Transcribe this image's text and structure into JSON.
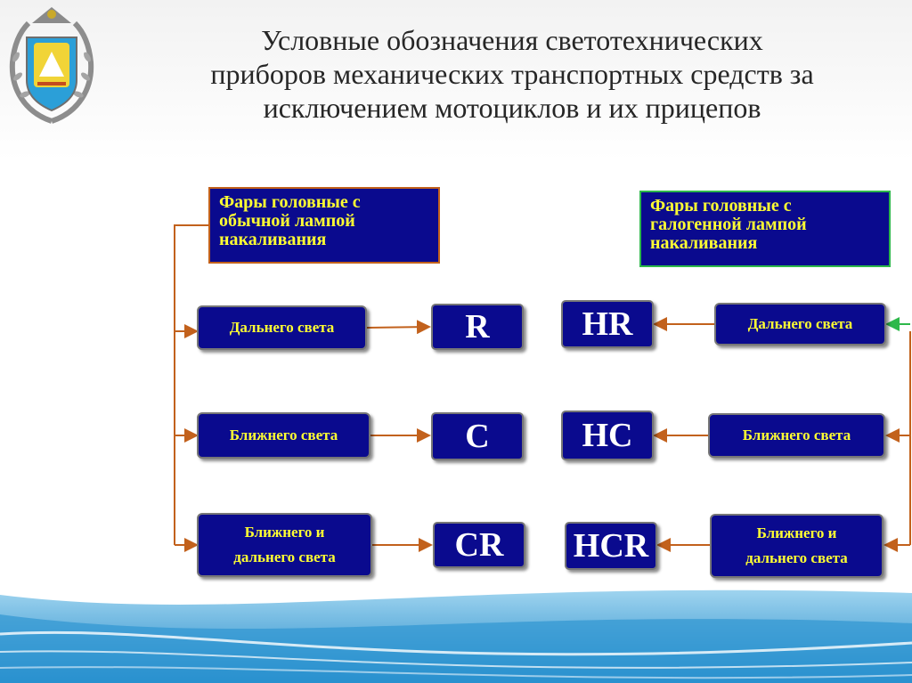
{
  "title": {
    "line1": "Условные обозначения светотехнических",
    "line2": "приборов механических транспортных средств за",
    "line3": "исключением мотоциклов и их прицепов"
  },
  "left_header": {
    "line1": "Фары головные с",
    "line2": "обычной лампой",
    "line3": "накаливания"
  },
  "right_header": {
    "line1": "Фары головные с",
    "line2": "галогенной лампой",
    "line3": "накаливания"
  },
  "left_labels": {
    "high": "Дальнего света",
    "low": "Ближнего света",
    "both_line1": "Ближнего и",
    "both_line2": "дальнего света"
  },
  "right_labels": {
    "high": "Дальнего света",
    "low": "Ближнего света",
    "both_line1": "Ближнего и",
    "both_line2": "дальнего света"
  },
  "codes": {
    "r": "R",
    "c": "C",
    "cr": "CR",
    "hr": "HR",
    "hc": "HC",
    "hcr": "HCR"
  },
  "colors": {
    "box_fill": "#0a0a8e",
    "box_text": "#ffff33",
    "code_text": "#ffffff",
    "connector": "#c2611c",
    "accent_green": "#2db84a"
  }
}
